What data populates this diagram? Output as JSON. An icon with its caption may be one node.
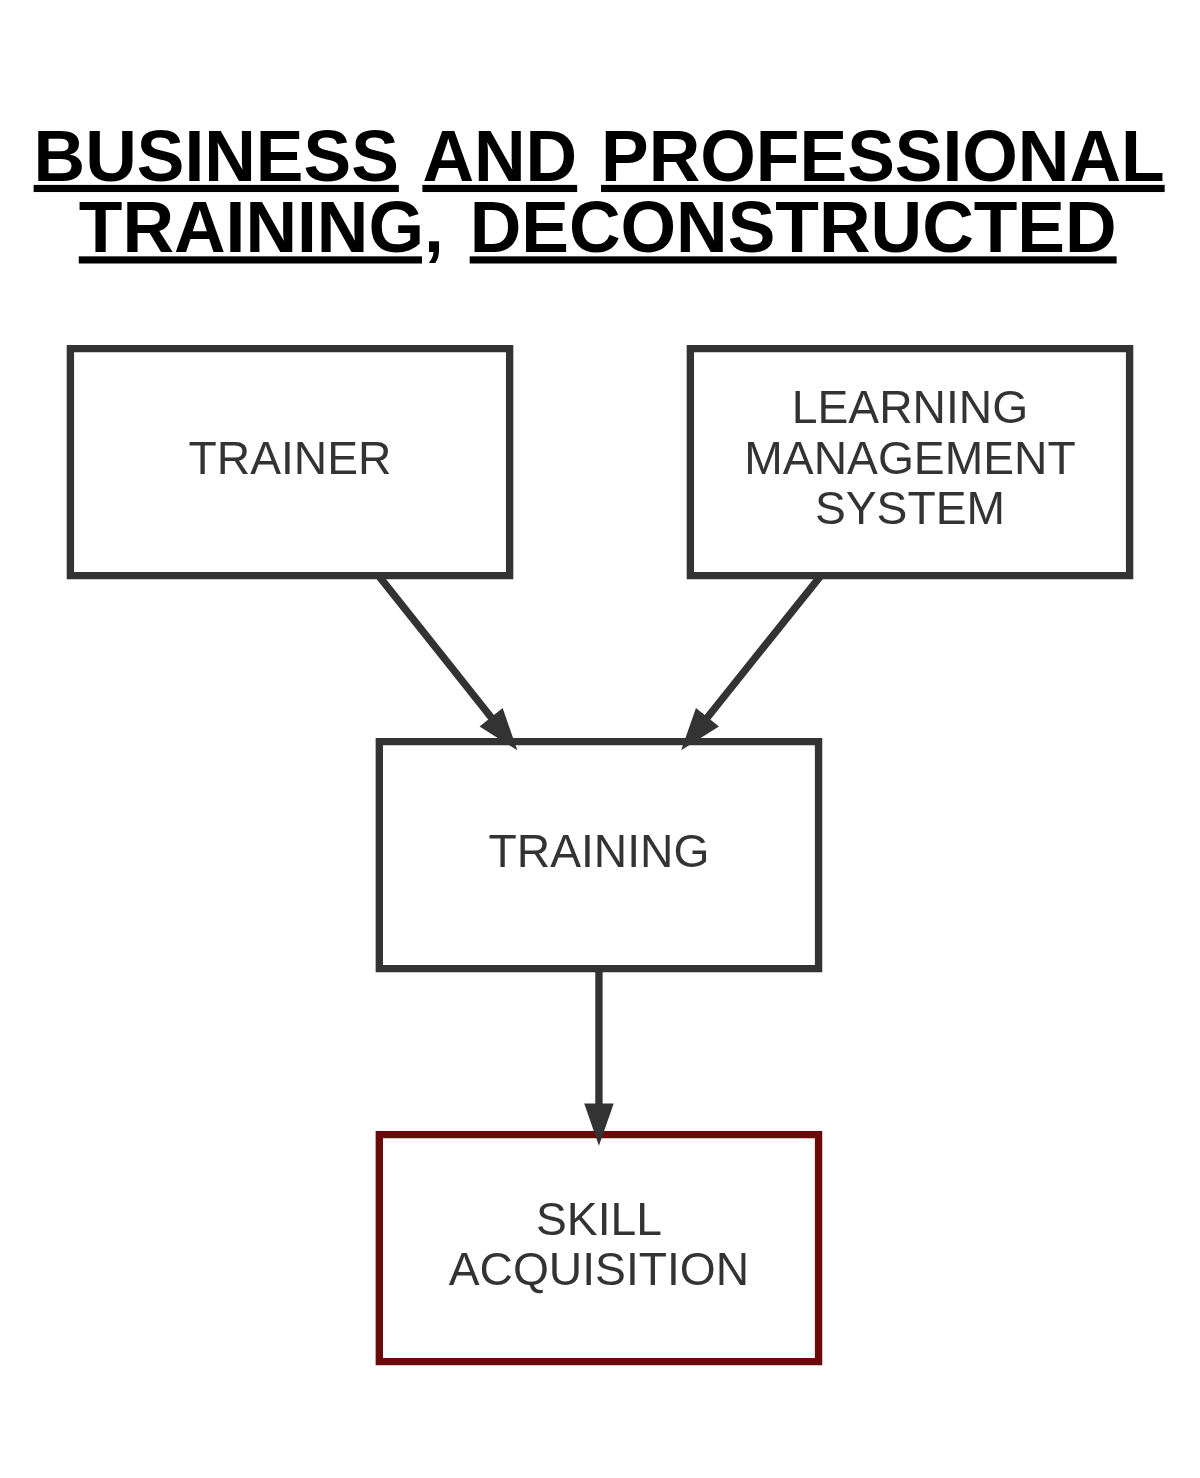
{
  "diagram": {
    "title": "BUSINESS AND PROFESSIONAL TRAINING, DECONSTRUCTED",
    "nodes": [
      {
        "text": [
          "TRAINER"
        ]
      },
      {
        "text": [
          "LEARNING MANAGEMENT SYSTEM"
        ]
      },
      {
        "text": [
          "TRAINING"
        ]
      },
      {
        "text": [
          "SKILL ACQUISITION"
        ]
      }
    ],
    "edges": [
      {
        "from": 0,
        "to": 2,
        "arrow": "to"
      },
      {
        "from": 1,
        "to": 2,
        "arrow": "to"
      },
      {
        "from": 2,
        "to": 3,
        "arrow": "to"
      }
    ]
  }
}
